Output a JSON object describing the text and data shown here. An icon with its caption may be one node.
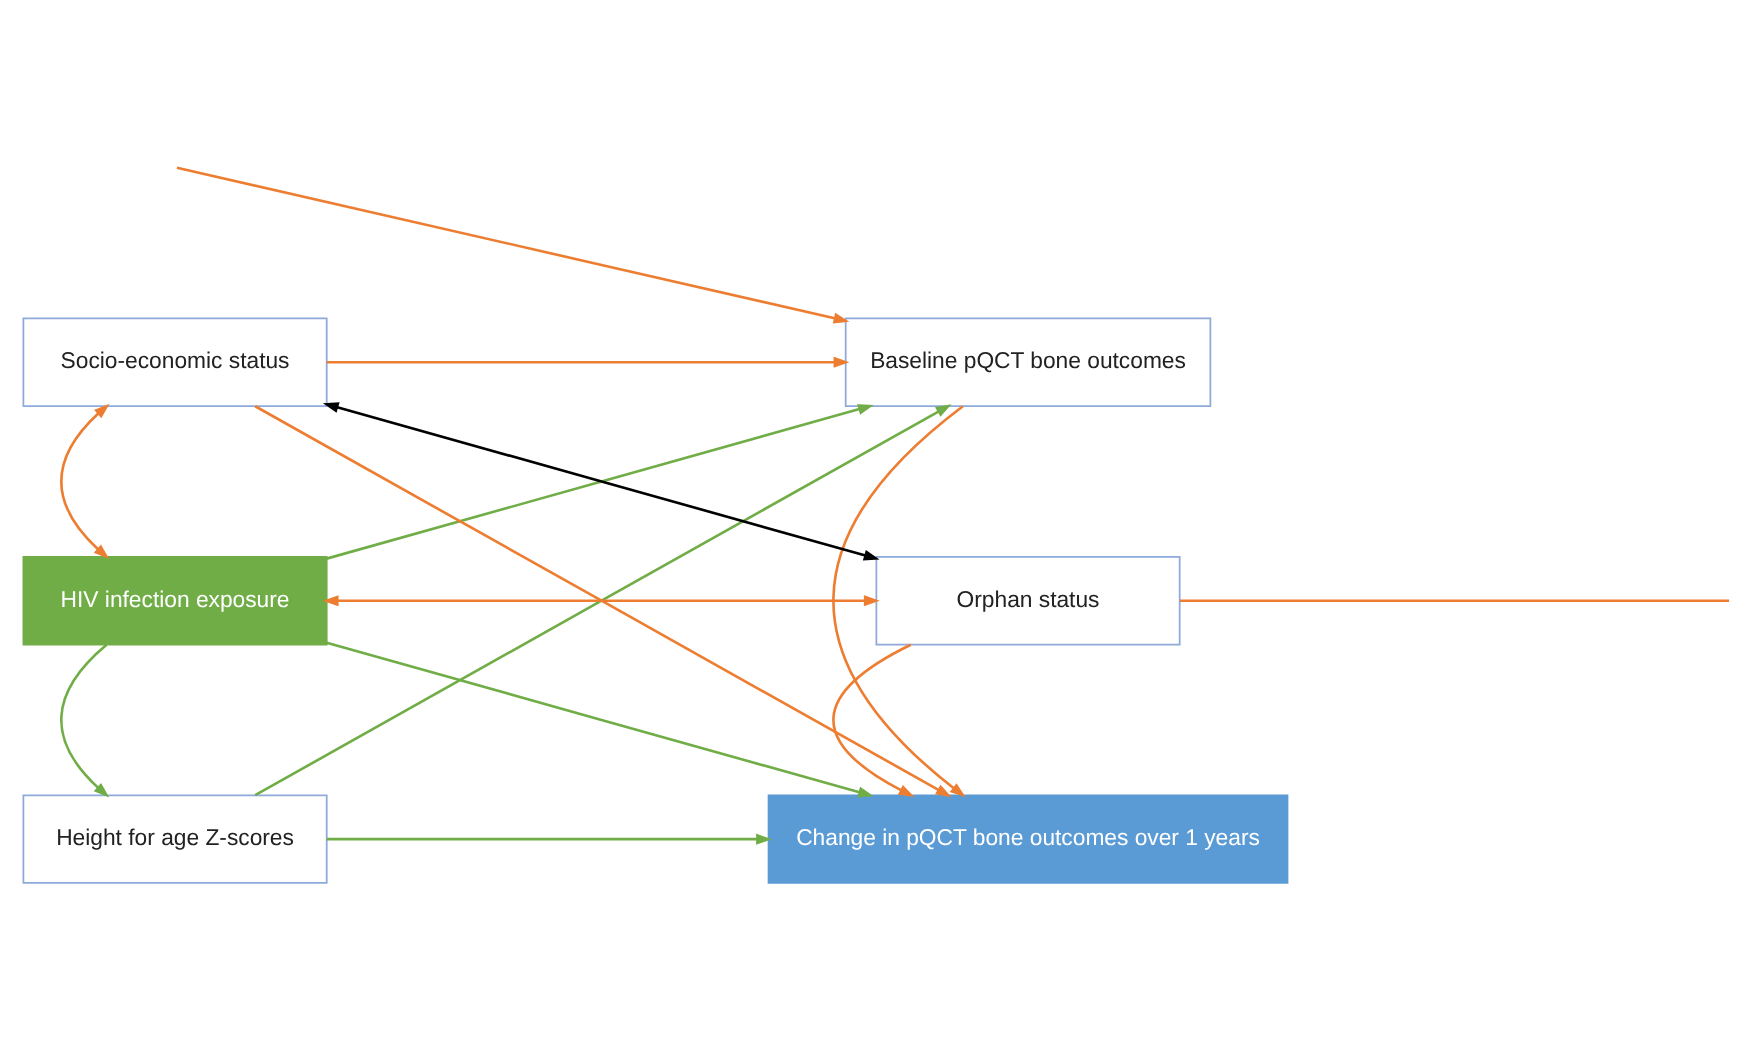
{
  "diagram": {
    "nodes": [
      {
        "text": [
          "Height for age Z-scores"
        ]
      },
      {
        "text": [
          "Baseline pQCT bone outcomes"
        ]
      },
      {
        "text": [
          "HIV infection exposure"
        ]
      },
      {
        "text": [
          "Change in pQCT bone outcomes over 1 years"
        ]
      },
      {
        "text": [
          "Socio-economic status"
        ]
      },
      {
        "text": [
          "Orphan status"
        ]
      }
    ],
    "edges": [
      {
        "from": 0,
        "to": 1,
        "arrow": "to",
        "color": "#70ad47"
      },
      {
        "from": 2,
        "to": 0,
        "arrow": "to",
        "color": "#70ad47"
      },
      {
        "from": 0,
        "to": 3,
        "arrow": "to",
        "color": "#70ad47"
      },
      {
        "from": 2,
        "to": 1,
        "arrow": "to",
        "color": "#70ad47"
      },
      {
        "from": 2,
        "to": 3,
        "arrow": "to",
        "color": "#70ad47"
      },
      {
        "from": 1,
        "to": 3,
        "arrow": "to"
      },
      {
        "from": 4,
        "to": 2,
        "arrow": "both"
      },
      {
        "from": 4,
        "to": 1,
        "arrow": "to"
      },
      {
        "from": 4,
        "to": 3,
        "arrow": "to"
      },
      {
        "from": 2,
        "to": 5,
        "arrow": "both"
      },
      {
        "from": 5,
        "to": 3,
        "arrow": "to"
      },
      {
        "from": 4,
        "to": 5,
        "arrow": "both",
        "color": "#000000"
      },
      {
        "from": null,
        "to": 1,
        "arrow": "to"
      },
      {
        "from": 5,
        "to": null,
        "arrow": "none"
      }
    ]
  }
}
